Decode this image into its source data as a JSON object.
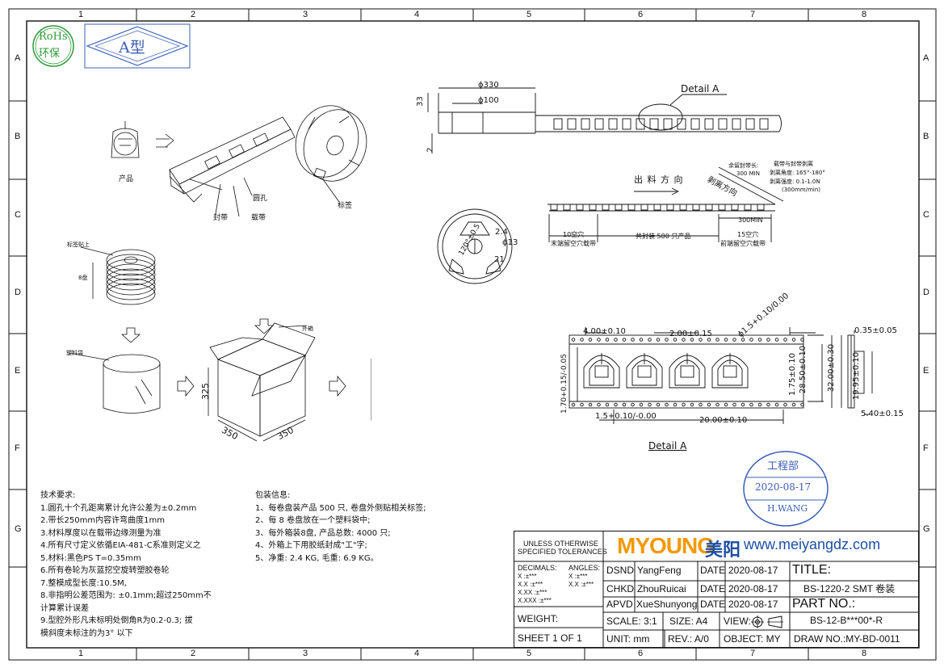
{
  "grid": {
    "cols": [
      "1",
      "2",
      "3",
      "4",
      "5",
      "6",
      "7",
      "8"
    ],
    "rows": [
      "A",
      "B",
      "C",
      "D",
      "E",
      "F",
      "G"
    ]
  },
  "badges": {
    "rohs_line1": "RoHs",
    "rohs_line2": "环保",
    "type_label": "A型"
  },
  "left_diagram": {
    "product": "产品",
    "hole": "圆孔",
    "carrier": "载带",
    "seal": "封带",
    "label": "标签",
    "label_top": "标签贴上",
    "stack_count": "8盘",
    "outer_box": "外箱",
    "plastic_bag": "塑料袋",
    "box_h": "325",
    "box_w": "350",
    "box_d": "350"
  },
  "reel_side": {
    "d330": "ϕ330",
    "d100": "ϕ100",
    "w33": "33",
    "w2": "2",
    "detail": "Detail A"
  },
  "feed": {
    "direction": "出 料 方 向",
    "peel_dir": "剥离方向",
    "cover_tape": "余留封带长:",
    "cover_len": "300 MIN",
    "peel_note1": "载带与封带剥离",
    "peel_note2": "剥离角度: 165°-180°",
    "peel_note3": "剥离强度: 0.1-1.0N",
    "peel_note4": "(300mm/min)",
    "end_empty": "10空穴",
    "end_label": "末端留空穴载带",
    "total": "共封装 500 只产品",
    "min300": "300MIN",
    "front_empty": "15空穴",
    "front_label": "前端留空穴载带",
    "d24": "2.4",
    "d13": "ϕ13",
    "d21": "21",
    "ang": "120°±0.5"
  },
  "detail_a": {
    "title": "Detail A",
    "d1": "4.00±0.10",
    "d2": "2.00±0.15",
    "d3": "ϕ1.5+0.10/0.00",
    "d4": "1.75±0.10",
    "d5": "28.50±0.10",
    "d6": "32.00±0.30",
    "d7": "1.70+0.15/-0.05",
    "d8": "1.5+0.10/-0.00",
    "d9": "20.00±0.10",
    "d10": "0.35±0.05",
    "d11": "19.95±0.10",
    "d12": "5.40±0.15"
  },
  "tech_notes": {
    "title": "技术要求:",
    "lines": [
      "1.圆孔十个孔距离累计允许公差为±0.2mm",
      "2.带长250mm内容许弯曲度1mm",
      "3.材料厚度以在载带边缘测量为准",
      "4.所有尺寸定义依循EIA-481-C系准则定义之",
      "5.材料:黑色PS    T=0.35mm",
      "6.所有卷轮为灰蓝挖空旋转塑胶卷轮",
      "7.整模成型长度:10.5M,",
      "8.非指明公差范围为: ±0.1mm;超过250mm不",
      "计算累计误差",
      "9.型腔外形凡未标明处倒角R为0.2-0.3; 拔",
      "模斜度未标注的为3° 以下"
    ]
  },
  "pack_info": {
    "title": "包装信息:",
    "lines": [
      "1、每卷盘装产品 500 只, 卷盘外侧贴相关标签;",
      "2、每 8 卷盘放在一个塑料袋中;",
      "3、每外箱装8盘, 产品总数: 4000 只;",
      "4、外箱上下用胶纸封成\"工\"字;",
      "5、净重: 2.4 KG, 毛重: 6.9 KG。"
    ]
  },
  "stamp": {
    "dept": "工程部",
    "date": "2020-08-17",
    "name": "H.WANG"
  },
  "title_block": {
    "unless1": "UNLESS OTHERWISE",
    "unless2": "SPECIFIED TOLERANCES",
    "decimals": "DECIMALS:",
    "angles": "ANGLES:",
    "tol_x": "X    :±***",
    "tol_xx": "X.X   :±***",
    "tol_xxx": "X.XX  :±***",
    "tol_xxxx": "X.XXX :±***",
    "ang_x": "X   :±***",
    "ang_xx": "X.X :±***",
    "weight": "WEIGHT:",
    "sheet": "SHEET  1  OF  1",
    "brand": "MYOUNG",
    "brand_cn": "美阳",
    "website": "www.meiyangdz.com",
    "dsnd": "DSND",
    "dsnd_name": "YangFeng",
    "chkd": "CHKD",
    "chkd_name": "ZhouRuicai",
    "apvd": "APVD",
    "apvd_name": "XueShunyong",
    "date_label": "DATE",
    "date1": "2020-08-17",
    "date2": "2020-08-17",
    "date3": "2020-08-17",
    "title_label": "TITLE:",
    "title_value": "BS-1220-2 SMT 卷装",
    "part_label": "PART  NO.:",
    "part_value": "BS-12-B***00*-R",
    "scale": "SCALE:  3:1",
    "size": "SIZE:  A4",
    "view": "VIEW:",
    "unit": "UNIT:  mm",
    "rev": "REV.:  A/0",
    "object": "OBJECT:  MY",
    "draw_no": "DRAW  NO.:MY-BD-0011"
  },
  "colors": {
    "line": "#111111",
    "brand_orange": "#f39800",
    "brand_blue": "#1d4fa3",
    "stamp_blue": "#3b5fb6",
    "rohs_green": "#2e9b3a"
  }
}
